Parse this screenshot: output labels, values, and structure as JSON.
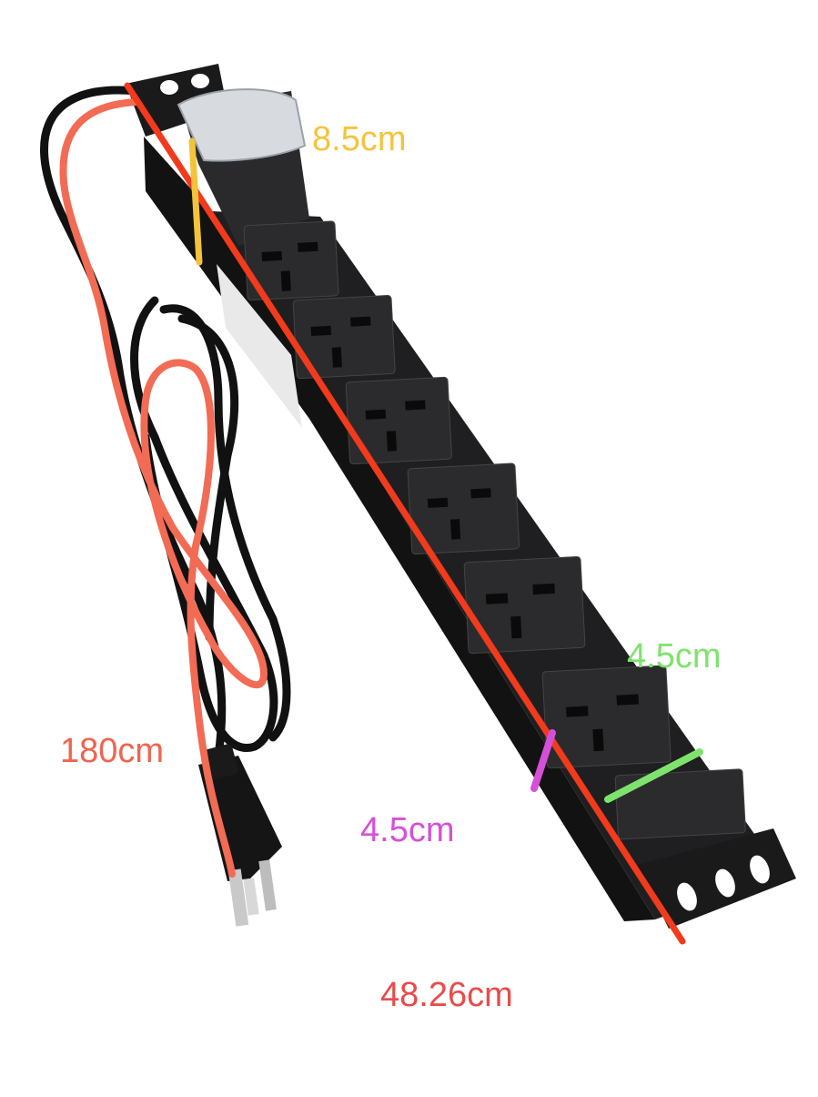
{
  "image": {
    "subject": "rack-mount power distribution unit with 6 universal sockets and attached power cord with US plug",
    "socket_count": 6
  },
  "dimensions": {
    "height": {
      "text": "8.5cm",
      "color": "#f5c33b"
    },
    "cable_length": {
      "text": "180cm",
      "color": "#f0644e"
    },
    "depth": {
      "text": "4.5cm",
      "color": "#d64fd9"
    },
    "width": {
      "text": "4.5cm",
      "color": "#7ee36d"
    },
    "length": {
      "text": "48.26cm",
      "color": "#ea4b4b"
    }
  },
  "colors": {
    "body": "#1c1c1e",
    "socket": "#2b2b2d",
    "length_line": "#f23a1c",
    "cable_trace": "#f26b55"
  }
}
